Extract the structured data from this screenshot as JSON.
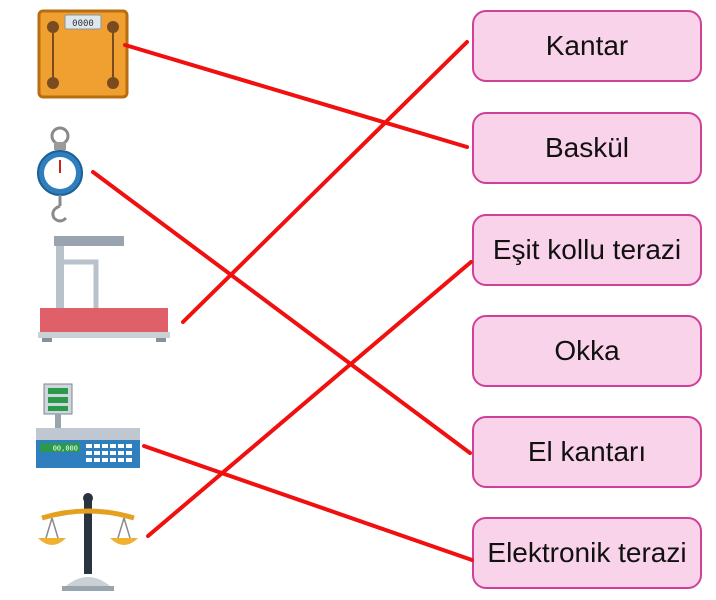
{
  "labels": [
    {
      "id": "kantar",
      "text": "Kantar"
    },
    {
      "id": "baskul",
      "text": "Baskül"
    },
    {
      "id": "esit-kollu-terazi",
      "text": "Eşit kollu terazi"
    },
    {
      "id": "okka",
      "text": "Okka"
    },
    {
      "id": "el-kantari",
      "text": "El kantarı"
    },
    {
      "id": "elektronik-terazi",
      "text": "Elektronik terazi"
    }
  ],
  "icons": [
    {
      "id": "bathroom-scale",
      "name": "bathroom-scale-icon",
      "readout": "0000"
    },
    {
      "id": "hanging-scale",
      "name": "hanging-scale-icon"
    },
    {
      "id": "platform-scale",
      "name": "platform-scale-icon"
    },
    {
      "id": "digital-scale",
      "name": "digital-scale-icon",
      "readout": "00,000"
    },
    {
      "id": "balance-scale",
      "name": "balance-scale-icon"
    }
  ],
  "connections": [
    {
      "from": "bathroom-scale",
      "to": "baskul"
    },
    {
      "from": "hanging-scale",
      "to": "el-kantari"
    },
    {
      "from": "platform-scale",
      "to": "kantar"
    },
    {
      "from": "digital-scale",
      "to": "elektronik-terazi"
    },
    {
      "from": "balance-scale",
      "to": "esit-kollu-terazi"
    }
  ],
  "colors": {
    "line": "#f01010",
    "box_fill": "#f9d3ea",
    "box_border": "#d0409a"
  }
}
